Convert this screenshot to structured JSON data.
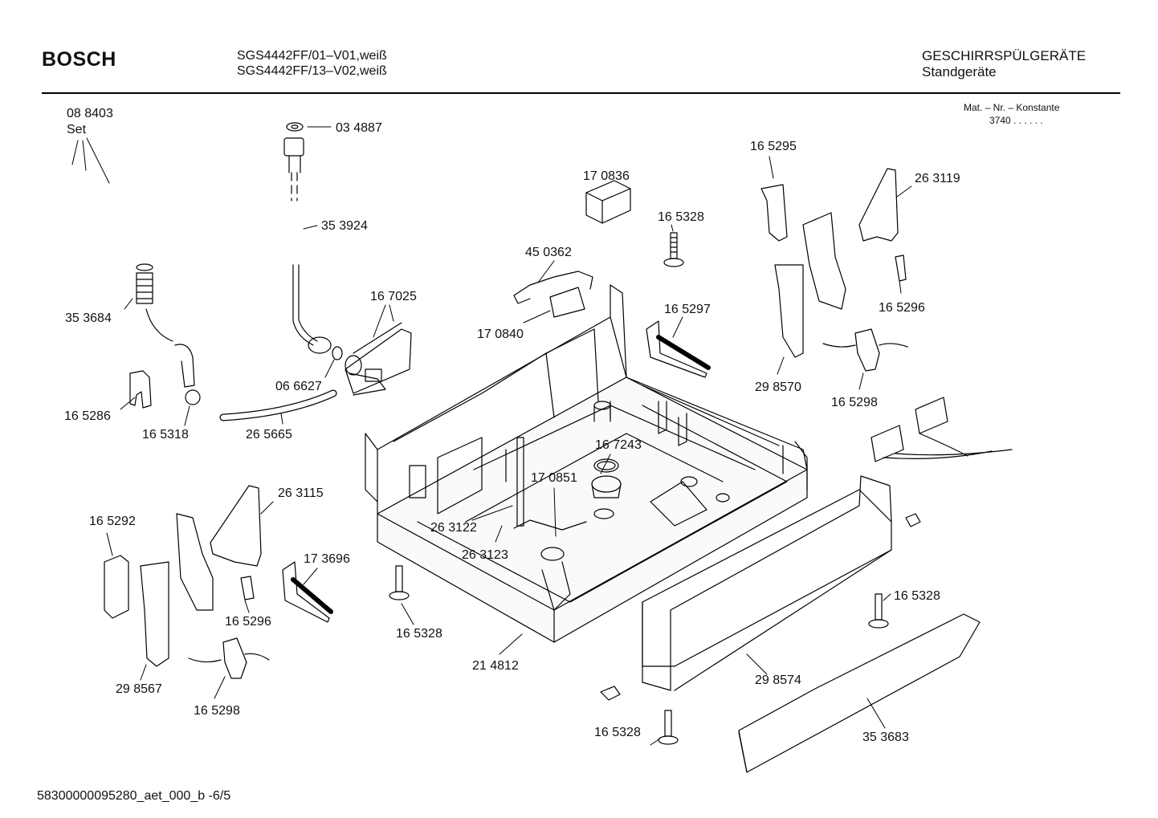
{
  "header": {
    "brand": "BOSCH",
    "models": [
      "SGS4442FF/01–V01,weiß",
      "SGS4442FF/13–V02,weiß"
    ],
    "category": "GESCHIRRSPÜLGERÄTE",
    "subcategory": "Standgeräte",
    "mat_label": "Mat. – Nr. – Konstante",
    "mat_value": "3740  .  .    .  .  .  ."
  },
  "footer": {
    "doc_id": "58300000095280_aet_000_b",
    "page": "-6/5"
  },
  "parts": [
    {
      "id": "p088403",
      "label": "08 8403"
    },
    {
      "id": "pSet",
      "label": "Set"
    },
    {
      "id": "p034887",
      "label": "03 4887"
    },
    {
      "id": "p353924",
      "label": "35 3924"
    },
    {
      "id": "p353684",
      "label": "35 3684"
    },
    {
      "id": "p167025",
      "label": "16 7025"
    },
    {
      "id": "p066627",
      "label": "06 6627"
    },
    {
      "id": "p165286",
      "label": "16 5286"
    },
    {
      "id": "p165318",
      "label": "16 5318"
    },
    {
      "id": "p265665",
      "label": "26 5665"
    },
    {
      "id": "p170836",
      "label": "17 0836"
    },
    {
      "id": "p165328a",
      "label": "16 5328"
    },
    {
      "id": "p450362",
      "label": "45 0362"
    },
    {
      "id": "p170840",
      "label": "17 0840"
    },
    {
      "id": "p165297",
      "label": "16 5297"
    },
    {
      "id": "p165295",
      "label": "16 5295"
    },
    {
      "id": "p263119",
      "label": "26 3119"
    },
    {
      "id": "p165296a",
      "label": "16 5296"
    },
    {
      "id": "p298570",
      "label": "29 8570"
    },
    {
      "id": "p165298a",
      "label": "16 5298"
    },
    {
      "id": "p167243",
      "label": "16 7243"
    },
    {
      "id": "p170851",
      "label": "17 0851"
    },
    {
      "id": "p263122",
      "label": "26 3122"
    },
    {
      "id": "p263123",
      "label": "26 3123"
    },
    {
      "id": "p263115",
      "label": "26 3115"
    },
    {
      "id": "p165292",
      "label": "16 5292"
    },
    {
      "id": "p173696",
      "label": "17 3696"
    },
    {
      "id": "p165296b",
      "label": "16 5296"
    },
    {
      "id": "p165328b",
      "label": "16 5328"
    },
    {
      "id": "p214812",
      "label": "21 4812"
    },
    {
      "id": "p298567",
      "label": "29 8567"
    },
    {
      "id": "p165298b",
      "label": "16 5298"
    },
    {
      "id": "p165328c",
      "label": "16 5328"
    },
    {
      "id": "p298574",
      "label": "29 8574"
    },
    {
      "id": "p165328d",
      "label": "16 5328"
    },
    {
      "id": "p353683",
      "label": "35 3683"
    }
  ]
}
